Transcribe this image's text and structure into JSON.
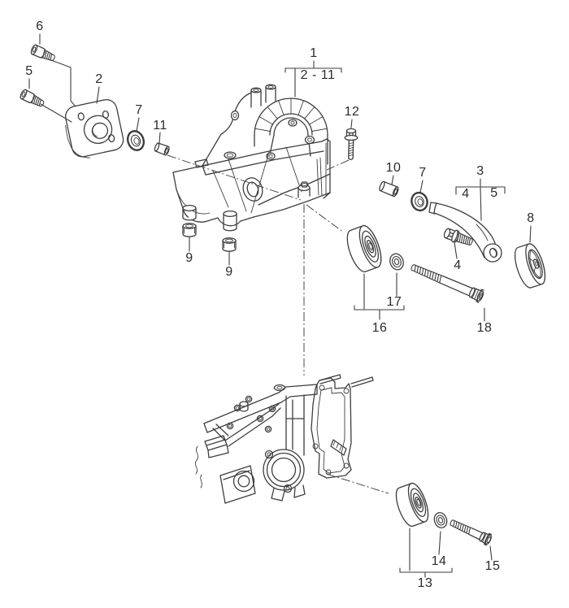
{
  "diagram": {
    "kind": "exploded-parts-diagram",
    "colors": {
      "line": "#3d3d3d",
      "label": "#2b2b2b",
      "background": "#ffffff",
      "construction_line": "#4a4a4a"
    },
    "callouts": [
      {
        "part": "socket-head-bolt-upper",
        "label": "6"
      },
      {
        "part": "socket-head-bolt-lower",
        "label": "5"
      },
      {
        "part": "bearing-flange",
        "label": "2"
      },
      {
        "part": "seal-ring-left",
        "label": "7"
      },
      {
        "part": "bushing-left",
        "label": "11"
      },
      {
        "part": "bracket-assembly",
        "label": "1"
      },
      {
        "part": "bracket-assembly-range",
        "label": "2 - 11"
      },
      {
        "part": "flange-bolt-vertical",
        "label": "12"
      },
      {
        "part": "spacer-sleeve",
        "label": "10"
      },
      {
        "part": "seal-ring-right",
        "label": "7"
      },
      {
        "part": "tensioner-lever",
        "label": "3"
      },
      {
        "part": "tensioner-lever-item-a",
        "label": "4"
      },
      {
        "part": "tensioner-lever-item-b",
        "label": "5"
      },
      {
        "part": "idler-pulley-right",
        "label": "8"
      },
      {
        "part": "hex-bolt-with-washer",
        "label": "4"
      },
      {
        "part": "rubber-bushing-left",
        "label": "9"
      },
      {
        "part": "rubber-bushing-right",
        "label": "9"
      },
      {
        "part": "washer-mid",
        "label": "17"
      },
      {
        "part": "tensioner-roller-mid",
        "label": "16"
      },
      {
        "part": "long-bolt-mid",
        "label": "18"
      },
      {
        "part": "washer-bottom",
        "label": "14"
      },
      {
        "part": "long-bolt-bottom",
        "label": "15"
      },
      {
        "part": "tensioner-roller-bottom",
        "label": "13"
      }
    ],
    "groups": [
      {
        "label": "1",
        "contains": "2 - 11"
      },
      {
        "label": "3",
        "contains": "4, 5"
      },
      {
        "label": "16",
        "contains": "16, 17"
      },
      {
        "label": "13",
        "contains": "13, 14"
      }
    ]
  }
}
